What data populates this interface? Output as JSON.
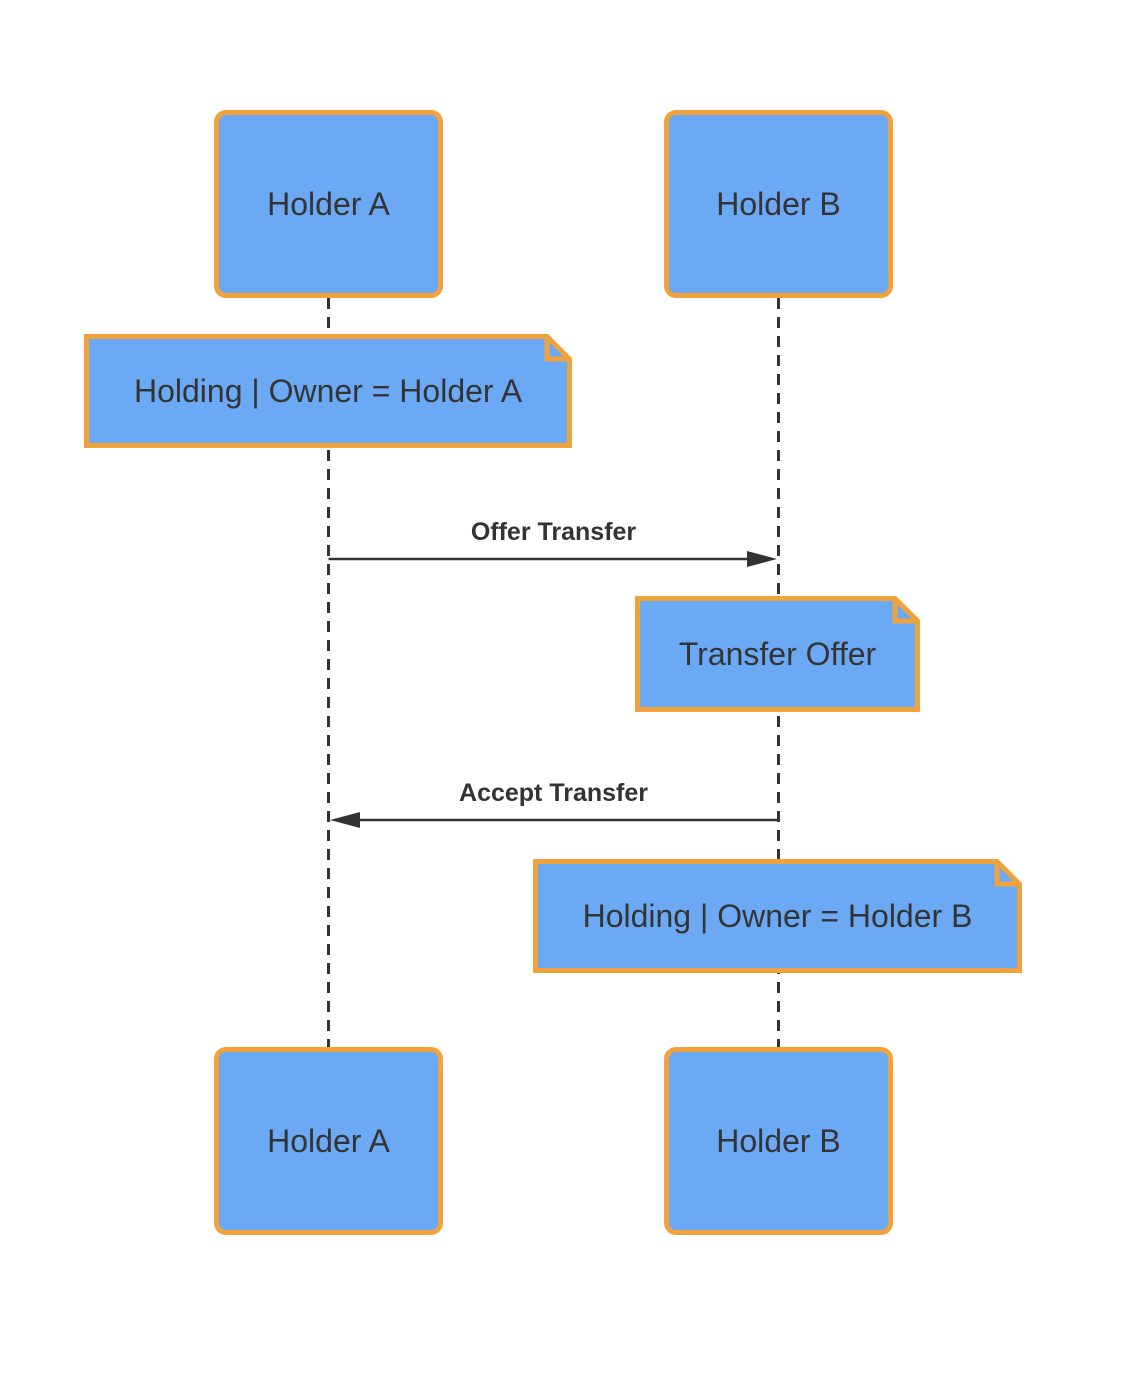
{
  "diagram": {
    "type": "sequence-diagram",
    "colors": {
      "shape_fill": "#6CA9F4",
      "shape_stroke": "#F0A33C",
      "text": "#343434",
      "line": "#333333",
      "background": "#FFFFFF"
    },
    "actors": {
      "top_left": "Holder A",
      "top_right": "Holder B",
      "bottom_left": "Holder A",
      "bottom_right": "Holder B"
    },
    "notes": {
      "note1": "Holding | Owner = Holder A",
      "note2": "Transfer Offer",
      "note3": "Holding | Owner = Holder B"
    },
    "messages": {
      "msg1": "Offer Transfer",
      "msg2": "Accept Transfer"
    }
  }
}
